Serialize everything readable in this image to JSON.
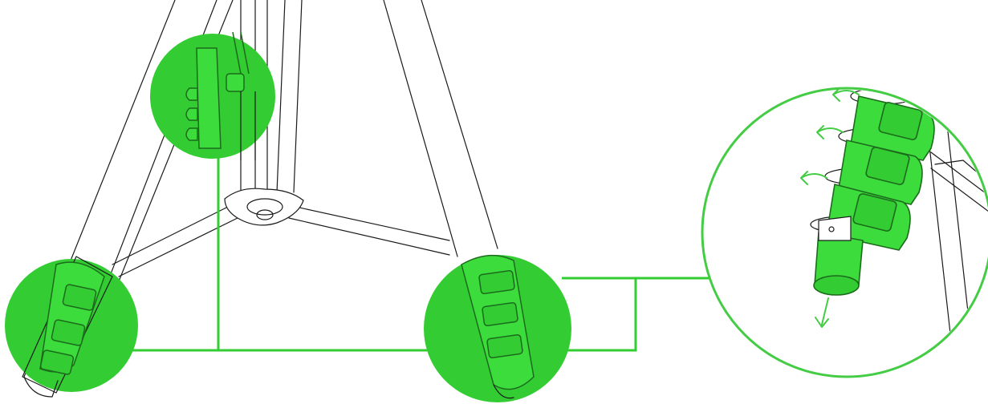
{
  "diagram": {
    "kind": "tripod-leg-lock-illustration",
    "colors": {
      "highlight": "#33cc33",
      "highlight_fill": "#33cc33",
      "callout_stroke": "#44cc44",
      "lock_green": "#3ddc3d",
      "lock_outline": "#1c6b1c",
      "line": "#1a1a1a",
      "background": "#ffffff"
    },
    "highlights": [
      {
        "name": "left-foot-leg-locks"
      },
      {
        "name": "center-column-lock"
      },
      {
        "name": "right-foot-leg-locks"
      }
    ],
    "callout": {
      "name": "leg-lock-detail",
      "icons": [
        "open-arrow-icon",
        "open-arrow-icon",
        "open-arrow-icon",
        "extend-arrow-icon"
      ]
    }
  }
}
